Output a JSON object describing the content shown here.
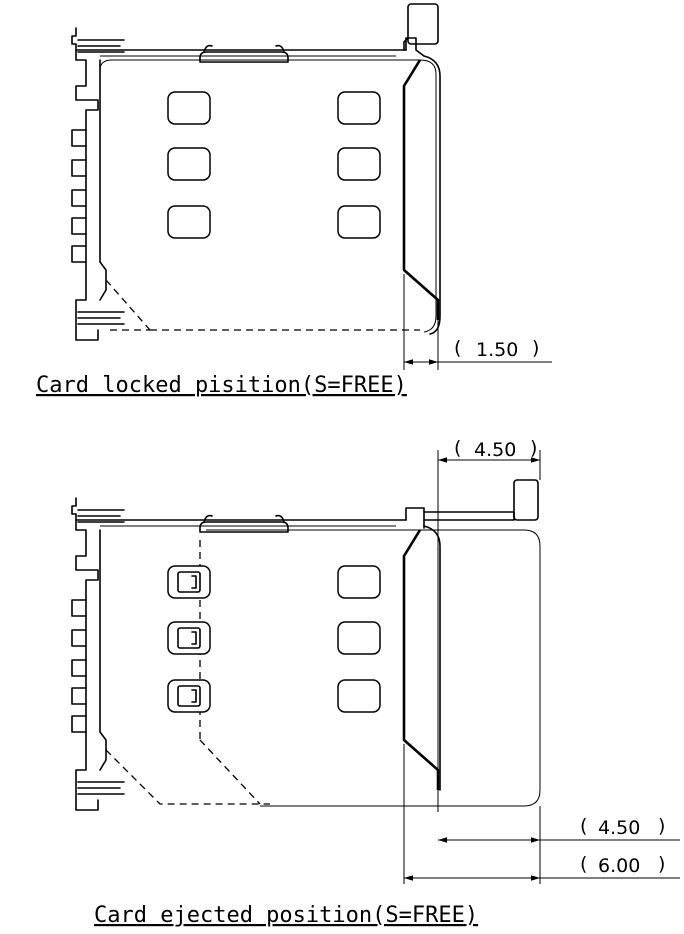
{
  "top_view": {
    "caption": "Card locked pisition(S=FREE)",
    "dim_offset": "1.50"
  },
  "bottom_view": {
    "caption": "Card ejected position(S=FREE)",
    "dim_slider": "4.50",
    "dim_card_travel": "4.50",
    "dim_total": "6.00"
  },
  "colors": {
    "line": "#000000",
    "background": "#ffffff"
  }
}
